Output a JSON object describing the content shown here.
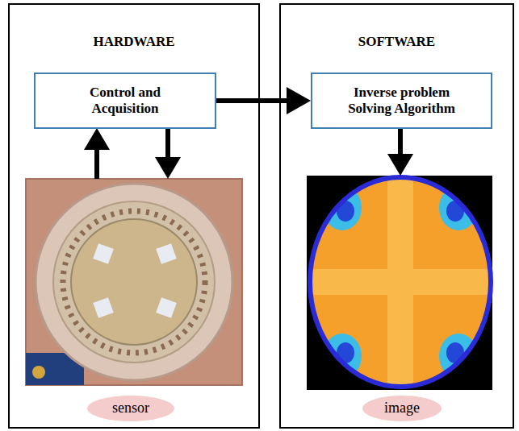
{
  "diagram": {
    "nodes": [
      {
        "text": [
          "HARDWARE"
        ]
      },
      {
        "text": [
          "Control and Acquisition"
        ],
        "in": 0
      },
      {
        "text": [
          "sensor"
        ],
        "in": 0
      },
      {
        "text": [
          "SOFTWARE"
        ]
      },
      {
        "text": [
          "Inverse problem Solving Algorithm"
        ],
        "in": 3
      },
      {
        "text": [
          "image"
        ],
        "in": 3
      }
    ],
    "edges": [
      {
        "from": 1,
        "to": 4,
        "arrow": "to"
      }
    ]
  }
}
